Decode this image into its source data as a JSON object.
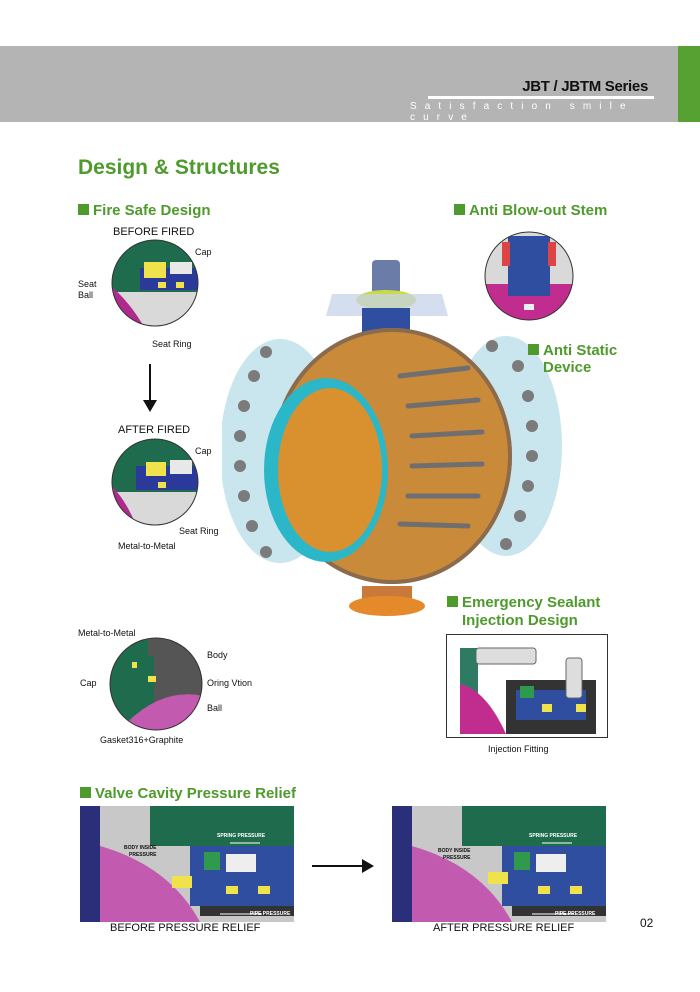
{
  "header": {
    "series": "JBT / JBTM Series",
    "tagline": "Satisfaction smile curve",
    "accent_color": "#56a132",
    "band_color": "#b4b4b4"
  },
  "page_title": "Design & Structures",
  "fire_safe": {
    "title": "Fire Safe Design",
    "before": {
      "label": "BEFORE FIRED",
      "cap": "Cap",
      "seat": "Seat",
      "ball": "Ball",
      "seat_ring": "Seat Ring"
    },
    "after": {
      "label": "AFTER FIRED",
      "cap": "Cap",
      "seat_ring": "Seat Ring",
      "metal_to_metal": "Metal-to-Metal"
    }
  },
  "seal_detail": {
    "metal_to_metal": "Metal-to-Metal",
    "body": "Body",
    "cap": "Cap",
    "oring": "Oring Vtion",
    "ball": "Ball",
    "gasket": "Gasket316+Graphite"
  },
  "anti_blowout": {
    "title": "Anti Blow-out Stem"
  },
  "anti_static": {
    "line1": "Anti Static",
    "line2": "Device"
  },
  "emergency": {
    "line1": "Emergency Sealant",
    "line2": "Injection Design",
    "fitting": "Injection Fitting"
  },
  "cavity_relief": {
    "title": "Valve Cavity Pressure Relief",
    "before_caption": "BEFORE PRESSURE RELIEF",
    "after_caption": "AFTER PRESSURE RELIEF",
    "spring_pressure": "SPRING PRESSURE",
    "body_inside_1": "BODY INSIDE",
    "body_inside_2": "PRESSURE",
    "pipe_pressure": "PIPE PRESSURE"
  },
  "page_number": "02"
}
